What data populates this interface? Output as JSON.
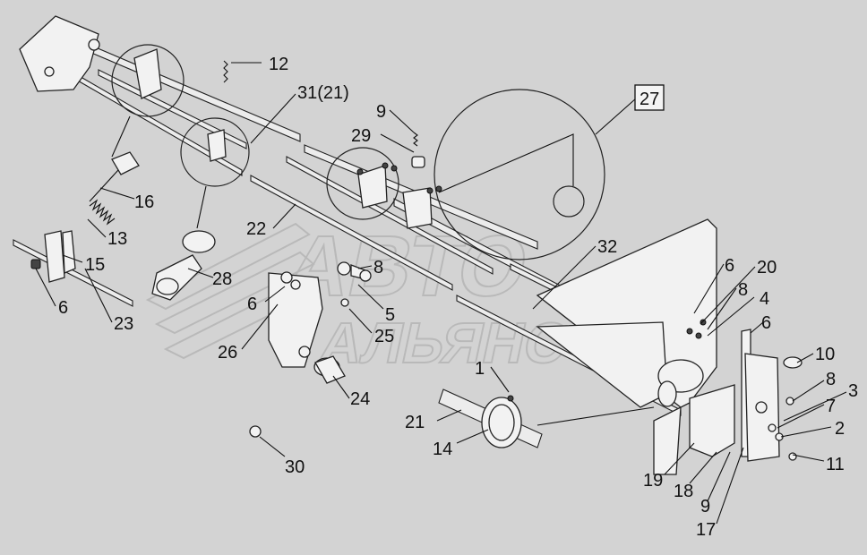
{
  "watermark": {
    "line1": "АВТО",
    "line2": "АЛЬЯНС"
  },
  "labels": [
    {
      "id": "12",
      "text": "12"
    },
    {
      "id": "31",
      "text": "31(21)"
    },
    {
      "id": "9a",
      "text": "9"
    },
    {
      "id": "29",
      "text": "29"
    },
    {
      "id": "27",
      "text": "27"
    },
    {
      "id": "16",
      "text": "16"
    },
    {
      "id": "13",
      "text": "13"
    },
    {
      "id": "15",
      "text": "15"
    },
    {
      "id": "6a",
      "text": "6"
    },
    {
      "id": "23",
      "text": "23"
    },
    {
      "id": "22",
      "text": "22"
    },
    {
      "id": "28",
      "text": "28"
    },
    {
      "id": "6b",
      "text": "6"
    },
    {
      "id": "26",
      "text": "26"
    },
    {
      "id": "8a",
      "text": "8"
    },
    {
      "id": "5",
      "text": "5"
    },
    {
      "id": "25",
      "text": "25"
    },
    {
      "id": "24",
      "text": "24"
    },
    {
      "id": "32",
      "text": "32"
    },
    {
      "id": "6c",
      "text": "6"
    },
    {
      "id": "20",
      "text": "20"
    },
    {
      "id": "8b",
      "text": "8"
    },
    {
      "id": "4",
      "text": "4"
    },
    {
      "id": "6d",
      "text": "6"
    },
    {
      "id": "10",
      "text": "10"
    },
    {
      "id": "8c",
      "text": "8"
    },
    {
      "id": "3",
      "text": "3"
    },
    {
      "id": "7",
      "text": "7"
    },
    {
      "id": "2",
      "text": "2"
    },
    {
      "id": "11",
      "text": "11"
    },
    {
      "id": "1",
      "text": "1"
    },
    {
      "id": "21",
      "text": "21"
    },
    {
      "id": "14",
      "text": "14"
    },
    {
      "id": "19",
      "text": "19"
    },
    {
      "id": "18",
      "text": "18"
    },
    {
      "id": "9b",
      "text": "9"
    },
    {
      "id": "17",
      "text": "17"
    },
    {
      "id": "30",
      "text": "30"
    }
  ]
}
